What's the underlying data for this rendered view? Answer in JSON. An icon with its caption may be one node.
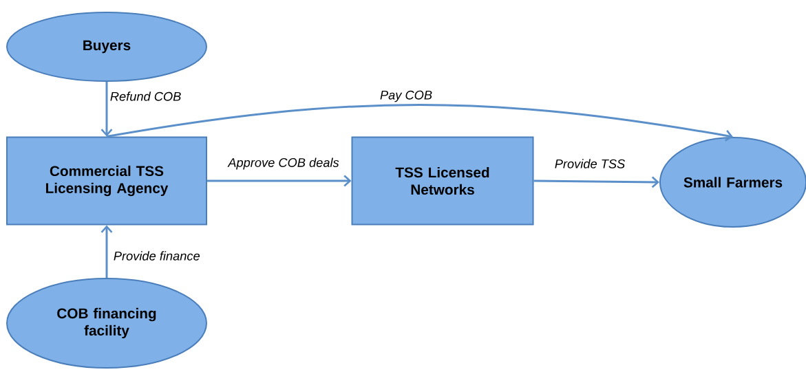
{
  "diagram": {
    "nodes": [
      {
        "text": [
          "Buyers"
        ]
      },
      {
        "text": [
          "Commercial TSS Licensing Agency"
        ]
      },
      {
        "text": [
          "TSS Licensed Networks"
        ]
      },
      {
        "text": [
          "Small Farmers"
        ]
      },
      {
        "text": [
          "COB financing facility"
        ]
      }
    ],
    "edges": [
      {
        "from": 0,
        "to": 1,
        "arrow": "to",
        "label": "Refund COB"
      },
      {
        "from": 1,
        "to": 3,
        "arrow": "to",
        "label": "Pay COB"
      },
      {
        "from": 1,
        "to": 2,
        "arrow": "to",
        "label": "Approve COB deals"
      },
      {
        "from": 2,
        "to": 3,
        "arrow": "to",
        "label": "Provide TSS"
      },
      {
        "from": 4,
        "to": 1,
        "arrow": "to",
        "label": "Provide finance"
      }
    ]
  }
}
